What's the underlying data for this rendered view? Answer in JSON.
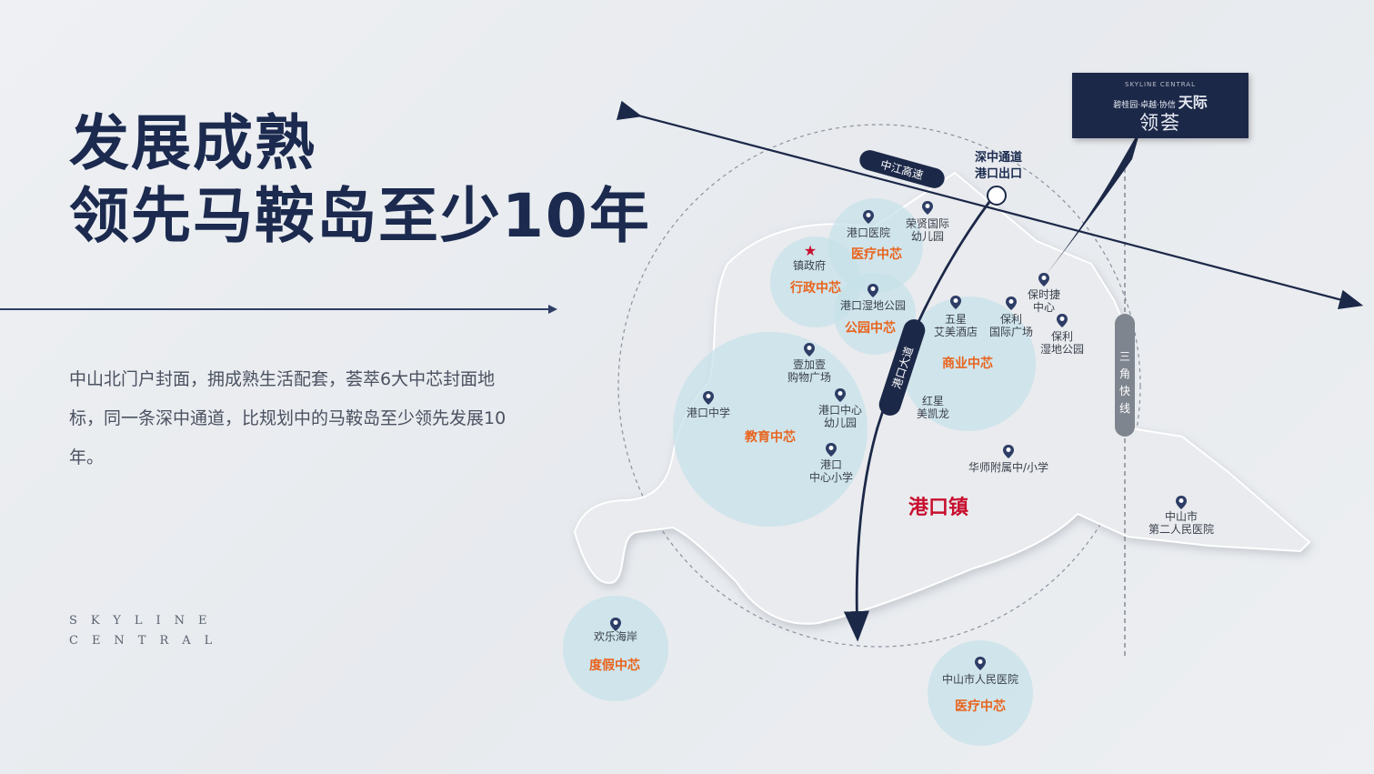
{
  "title": {
    "line1": "发展成熟",
    "line2": "领先马鞍岛至少10年"
  },
  "description": "中山北门户封面，拥成熟生活配套，荟萃6大中芯封面地标，同一条深中通道，比规划中的马鞍岛至少领先发展10年。",
  "brand": {
    "line1": "SKYLINE",
    "line2": "CENTRAL"
  },
  "logo": {
    "top_text": "SKYLINE CENTRAL",
    "sub_text": "碧桂园·卓越·协信",
    "brand_name": "天际",
    "main_name": "领荟"
  },
  "map": {
    "town_label": "港口镇",
    "roads": {
      "highway": "中江高速",
      "avenue": "港口大道",
      "expressway": "三角快线"
    },
    "exit_label": {
      "line1": "深中通道",
      "line2": "港口出口"
    },
    "zones": [
      {
        "label": "医疗中芯"
      },
      {
        "label": "行政中芯"
      },
      {
        "label": "公园中芯"
      },
      {
        "label": "商业中芯"
      },
      {
        "label": "教育中芯"
      },
      {
        "label": "度假中芯"
      },
      {
        "label": "医疗中芯"
      }
    ],
    "pois": [
      {
        "label": "港口医院"
      },
      {
        "label": "荣贤国际",
        "label2": "幼儿园"
      },
      {
        "label": "镇政府"
      },
      {
        "label": "港口湿地公园"
      },
      {
        "label": "五星",
        "label2": "艾美酒店"
      },
      {
        "label": "保利",
        "label2": "国际广场"
      },
      {
        "label": "保时捷",
        "label2": "中心"
      },
      {
        "label": "保利",
        "label2": "湿地公园"
      },
      {
        "label": "壹加壹",
        "label2": "购物广场"
      },
      {
        "label": "港口中学"
      },
      {
        "label": "港口中心",
        "label2": "幼儿园"
      },
      {
        "label": "港口",
        "label2": "中心小学"
      },
      {
        "label": "红星",
        "label2": "美凯龙"
      },
      {
        "label": "华师附属中/小学"
      },
      {
        "label": "中山市",
        "label2": "第二人民医院"
      },
      {
        "label": "欢乐海岸"
      },
      {
        "label": "中山市人民医院"
      }
    ]
  }
}
